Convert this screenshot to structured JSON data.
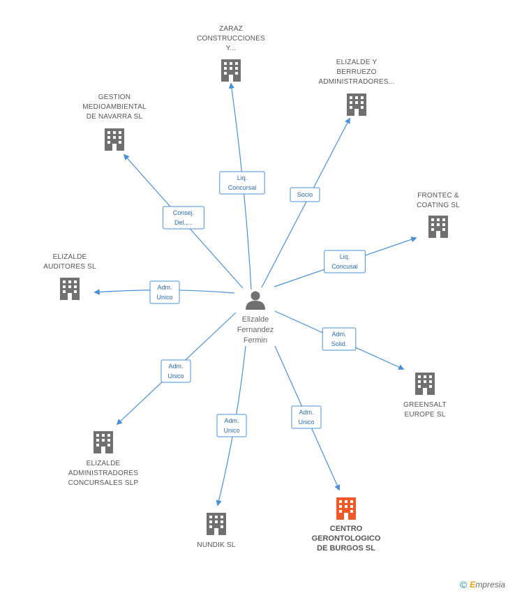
{
  "person": {
    "name_lines": [
      "Elizalde",
      "Fernandez",
      "Fermin"
    ],
    "icon": "person-icon"
  },
  "companies": [
    {
      "id": "zaraz",
      "lines": [
        "ZARAZ",
        "CONSTRUCCIONES",
        "Y..."
      ],
      "role": [
        "Liq.",
        "Concursal"
      ],
      "highlight": false
    },
    {
      "id": "elizalde-berruezo",
      "lines": [
        "ELIZALDE Y",
        "BERRUEZO",
        "ADMINISTRADORES..."
      ],
      "role": [
        "Socio"
      ],
      "highlight": false
    },
    {
      "id": "gestion-medioambiental",
      "lines": [
        "GESTION",
        "MEDIOAMBIENTAL",
        "DE NAVARRA SL"
      ],
      "role": [
        "Consej.",
        "Del.,..."
      ],
      "highlight": false
    },
    {
      "id": "frontec",
      "lines": [
        "FRONTEC &",
        "COATING  SL"
      ],
      "role": [
        "Liq.",
        "Concusal"
      ],
      "highlight": false
    },
    {
      "id": "elizalde-auditores",
      "lines": [
        "ELIZALDE",
        "AUDITORES SL"
      ],
      "role": [
        "Adm.",
        "Unico"
      ],
      "highlight": false
    },
    {
      "id": "greensalt",
      "lines": [
        "GREENSALT",
        "EUROPE SL"
      ],
      "role": [
        "Adm.",
        "Solid."
      ],
      "highlight": false
    },
    {
      "id": "elizalde-admin-concursales",
      "lines": [
        "ELIZALDE",
        "ADMINISTRADORES",
        "CONCURSALES SLP"
      ],
      "role": [
        "Adm.",
        "Unico"
      ],
      "highlight": false
    },
    {
      "id": "nundik",
      "lines": [
        "NUNDIK  SL"
      ],
      "role": [
        "Adm.",
        "Unico"
      ],
      "highlight": false
    },
    {
      "id": "centro-gerontologico",
      "lines": [
        "CENTRO",
        "GERONTOLOGICO",
        "DE BURGOS SL"
      ],
      "role": [
        "Adm.",
        "Unico"
      ],
      "highlight": true
    }
  ],
  "colors": {
    "edge": "#4a90d9",
    "building": "#707070",
    "building_highlight": "#f05a28",
    "person": "#707070"
  },
  "footer": {
    "copyright": "©",
    "brand_initial": "E",
    "brand_rest": "mpresia"
  }
}
